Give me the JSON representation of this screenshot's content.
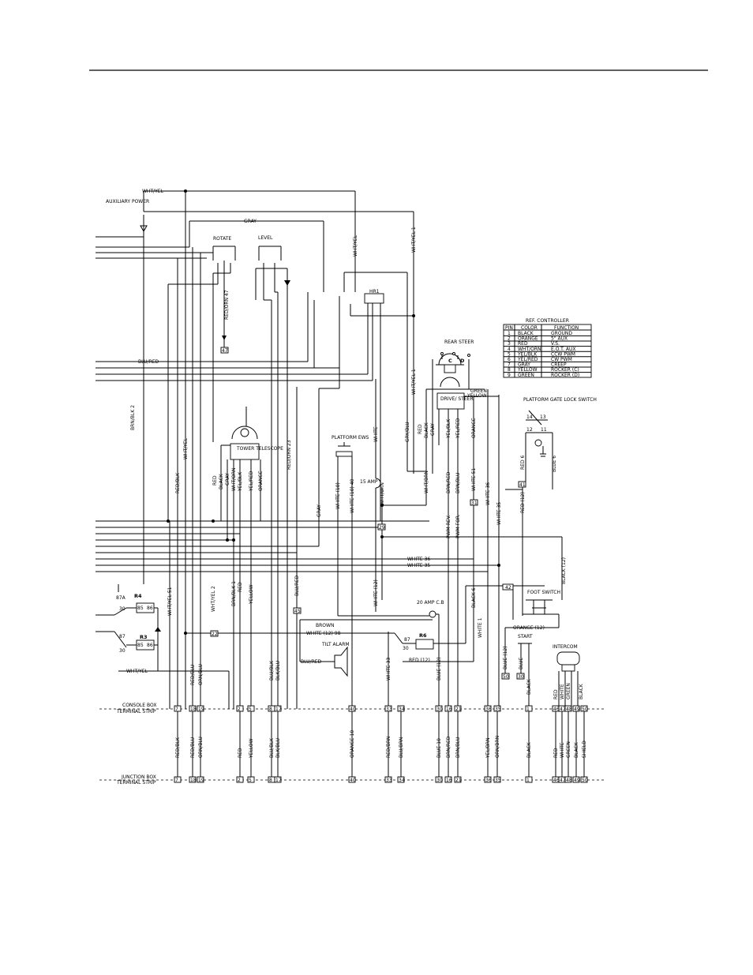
{
  "labels": {
    "aux_power": "AUXILIARY POWER",
    "rotate": "ROTATE",
    "level": "LEVEL",
    "hr1": "HR1",
    "rear_steer": "REAR STEER",
    "drive_steer": "DRIVE/ STEER",
    "platform_ews": "PLATFORM EWS",
    "tower_telescope": "TOWER TELESCOPE",
    "amp15": "15 AMP",
    "platform_gate": "PLATFORM GATE LOCK SWITCH",
    "foot_switch": "FOOT SWITCH",
    "start": "START",
    "intercom": "INTERCOM",
    "tilt_alarm": "TILT ALARM",
    "cb20": "20 AMP C.B",
    "console_box": "CONSOLE BOX",
    "junction_box": "JUNCTION BOX",
    "terminal_strip": "TERMINAL STRIP",
    "r4": "R4",
    "r3": "R3",
    "r6": "R6",
    "c": "C",
    "d": "D"
  },
  "controller_table": {
    "title": "REF. CONTROLLER",
    "headers": [
      "PIN",
      "COLOR",
      "FUNCTION"
    ],
    "rows": [
      [
        "1",
        "BLACK",
        "GROUND"
      ],
      [
        "2",
        "ORANGE",
        "5\" AUX"
      ],
      [
        "3",
        "RED",
        "V.S."
      ],
      [
        "4",
        "WHT/ORN",
        "E.O.T. AUX"
      ],
      [
        "5",
        "YEL/BLK",
        "CCW PWM"
      ],
      [
        "6",
        "YEL/RED",
        "CW PWM"
      ],
      [
        "7",
        "GRAY",
        "CREEP"
      ],
      [
        "8",
        "YELLOW",
        "ROCKER (C)"
      ],
      [
        "9",
        "GREEN",
        "ROCKER (D)"
      ]
    ]
  },
  "wires": {
    "wht_yel": "WHT/YEL",
    "gray": "GRAY",
    "wht_yel_v": "WHT/YEL",
    "wht_yel_1": "WHT/YEL 1",
    "blu_red": "BLU/RED",
    "red_orn_47": "RED/ORN 47",
    "brn_blk_2": "BRN/BLK 2",
    "red_blk": "RED/BLK",
    "wht_yel_mid": "WHT/YEL",
    "red_orn_23": "RED/ORN 23",
    "white_top": "WHITE",
    "wht_yel_1b": "WHT/YEL 1",
    "gry_blu": "GRY/BLU",
    "green": "GREEN",
    "yellow": "YELLOW",
    "red_d": "RED",
    "black_d": "BLACK",
    "gray_d": "GRAY",
    "yel_blk": "YEL/BLK",
    "yel_red": "YEL/RED",
    "orange_d": "ORANGE",
    "wht_brn": "WHT/BRN",
    "brn_red": "BRN/RED",
    "brn_blu": "BRN/BLU",
    "white_51": "WHITE 51",
    "white_36v": "WHITE 36",
    "white_35v": "WHITE 35",
    "pwm_rev": "PWM REV.",
    "pwm_for": "PWM FOR.",
    "red_t": "RED",
    "black_t": "BLACK",
    "gray_t": "GRAY",
    "wht_orn": "WHT/ORN",
    "yel_blk_t": "YEL/BLK",
    "yel_red_t": "YEL/RED",
    "orange_t": "ORANGE",
    "white_10": "WHITE (10)",
    "white_10_40": "WHITE (10) 40",
    "wht_brn_2": "WHT/BRN",
    "gray_mid": "GRAY",
    "red_6": "RED 6",
    "blue_6": "BLUE 6",
    "red_12": "RED (12)",
    "white_36h": "WHITE 36",
    "white_35h": "WHITE 35",
    "black_12": "BLACK (12)",
    "wht_yel_51": "WHT/YEL 51",
    "wht_yel_2": "WHT/YEL 2",
    "brn_blk_1": "BRN/BLK 1",
    "red_v": "RED",
    "yellow_v": "YELLOW",
    "blu_red_v": "BLU/RED",
    "white_12": "WHITE (12)",
    "black_6": "BLACK 6",
    "white_1": "WHITE 1",
    "brown": "BROWN",
    "white_12_98": "WHITE (12) 98",
    "red_12b": "RED (12)",
    "orange_12": "ORANGE (12)",
    "blu_red_tilt": "BLU/RED",
    "wht_yel_bot": "WHT/YEL",
    "blu_blu": "RED/BLU",
    "orn_blu": "ORN/BLU",
    "blu_blk": "BLU/BLK",
    "blk_blu": "BLK/BLU",
    "white_33": "WHITE 33",
    "blue_12": "BLUE (12)",
    "blue": "BLUE",
    "blue_12b": "BLUE (12)",
    "black_s": "BLACK",
    "red_i": "RED",
    "white_i": "WHITE",
    "green_i": "GREEN",
    "black_i": "BLACK"
  },
  "terminals": {
    "console": [
      "7",
      "18",
      "19",
      "2",
      "5",
      "8",
      "17",
      "40",
      "33",
      "34",
      "30",
      "16",
      "21",
      "36",
      "35",
      "1",
      "46",
      "47",
      "48",
      "49",
      "50"
    ],
    "bottom_labels": [
      "RED/BLK",
      "RED/BLU",
      "ORN/BLU",
      "RED",
      "YELLOW",
      "BLU/BLK",
      "BLK/BLU",
      "ORANGE 10",
      "RED/BRN",
      "BLU/BRN",
      "BLUE 10",
      "BRN/RED",
      "BRN/BLU",
      "YEL/BRN",
      "ORN/BRN",
      "BLACK",
      "RED",
      "WHITE",
      "GREEN",
      "BLACK",
      "SHIELD"
    ],
    "markers": {
      "m47": "47",
      "m45": "45",
      "m29": "29",
      "m41": "41",
      "m42": "42",
      "m30": "30",
      "m31": "31",
      "m50": "50",
      "m22": "22"
    }
  },
  "pins": {
    "p87a": "87A",
    "p87": "87",
    "p30": "30",
    "p86": "86",
    "p85": "85",
    "p14": "14",
    "p13": "13",
    "p12": "12",
    "p11": "11"
  }
}
